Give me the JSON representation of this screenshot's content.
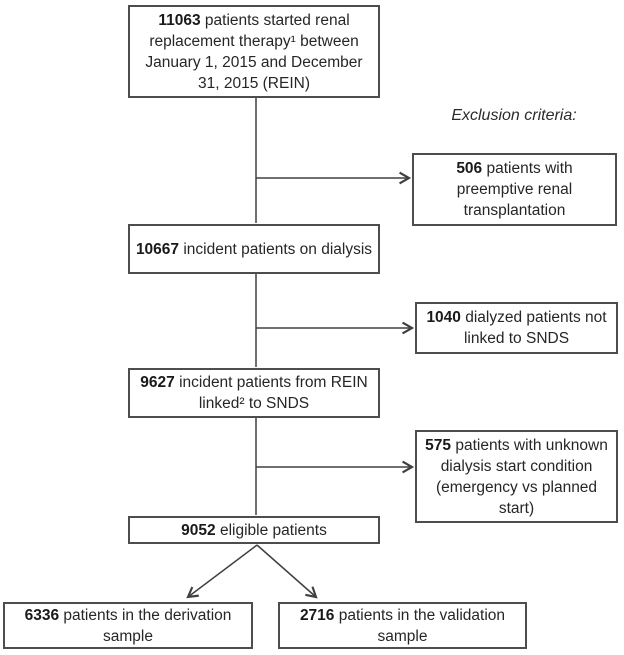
{
  "figure": {
    "type": "patient-flow-diagram",
    "exclusion_label": "Exclusion criteria:",
    "colors": {
      "box_border": "#4d4d4d",
      "connector": "#404040",
      "text": "#262626"
    },
    "nodes": {
      "start": {
        "count": "11063",
        "text": "patients started renal replacement therapy¹ between January 1, 2015 and December 31, 2015 (REIN)"
      },
      "dialysis": {
        "count": "10667",
        "text": "incident patients on dialysis"
      },
      "linked": {
        "count": "9627",
        "text": "incident patients from REIN linked² to SNDS"
      },
      "eligible": {
        "count": "9052",
        "text": "eligible patients"
      },
      "excl_transplant": {
        "count": "506",
        "text": "patients with preemptive renal transplantation"
      },
      "excl_snds": {
        "count": "1040",
        "text": "dialyzed patients not linked to SNDS"
      },
      "excl_unknown": {
        "count": "575",
        "text": "patients with unknown dialysis start condition (emergency vs planned start)"
      },
      "derivation": {
        "count": "6336",
        "text": "patients in the derivation sample"
      },
      "validation": {
        "count": "2716",
        "text": "patients in the validation sample"
      }
    }
  }
}
